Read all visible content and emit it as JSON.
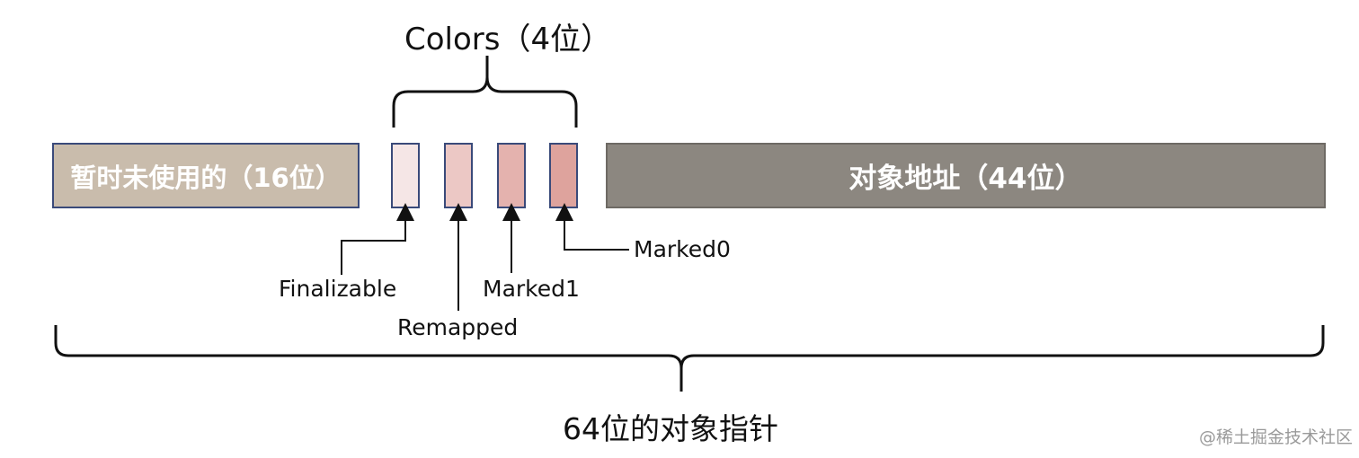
{
  "colors_label": "Colors（4位）",
  "segments": {
    "unused": {
      "label": "暂时未使用的（16位）",
      "color": "#c9bcac"
    },
    "address": {
      "label": "对象地址（44位）",
      "color": "#8c8780"
    }
  },
  "color_bits": [
    {
      "name": "Finalizable",
      "fill": "#f5e6e6"
    },
    {
      "name": "Remapped",
      "fill": "#ecc8c5"
    },
    {
      "name": "Marked1",
      "fill": "#e4b2ae"
    },
    {
      "name": "Marked0",
      "fill": "#dea39d"
    }
  ],
  "pointer_label": "64位的对象指针",
  "watermark": "@稀土掘金技术社区"
}
